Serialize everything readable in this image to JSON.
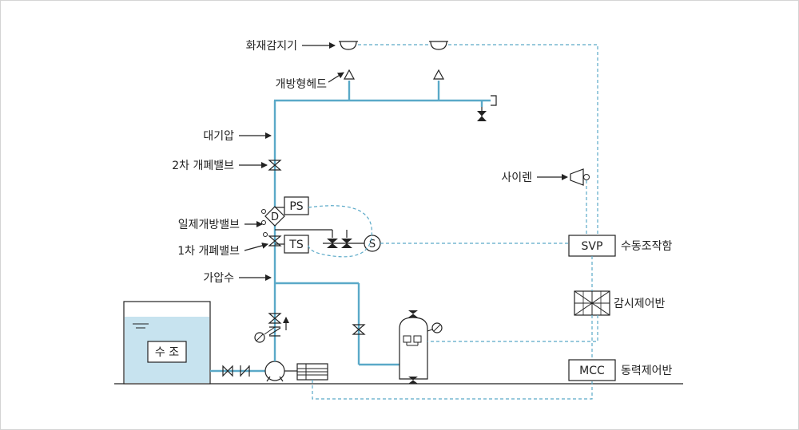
{
  "colors": {
    "pipe": "#5aa9c8",
    "signal": "#5aa9c8",
    "tank_water": "#c7e3ef",
    "line": "#222222"
  },
  "labels": {
    "fire_detector": "화재감지기",
    "open_head": "개방형헤드",
    "atmospheric": "대기압",
    "secondary_valve": "2차 개폐밸브",
    "deluge_valve": "일제개방밸브",
    "primary_valve": "1차 개폐밸브",
    "pressurized": "가압수",
    "siren": "사이렌",
    "manual_box": "수동조작함",
    "monitor_panel": "감시제어반",
    "power_panel": "동력제어반"
  },
  "boxes": {
    "ps": "PS",
    "ts": "TS",
    "svp": "SVP",
    "mcc": "MCC",
    "tank": "수 조",
    "solenoid": "S",
    "deluge": "D"
  }
}
